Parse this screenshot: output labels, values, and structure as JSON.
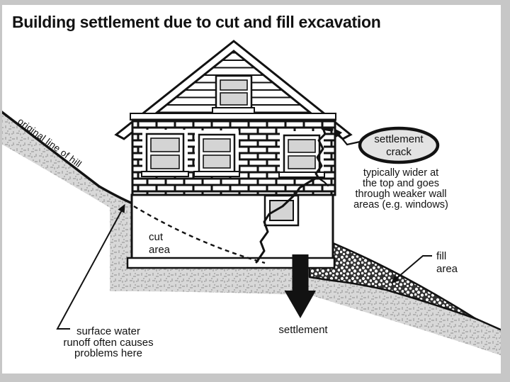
{
  "title": "Building settlement due to cut and fill excavation",
  "diagram": {
    "hill_label": "original line of hill",
    "cut_area": {
      "line1": "cut",
      "line2": "area"
    },
    "crack_callout": {
      "line1": "settlement",
      "line2": "crack"
    },
    "crack_note": {
      "line1": "typically wider at",
      "line2": "the top and goes",
      "line3": "through weaker wall",
      "line4": "areas (e.g. windows)"
    },
    "fill_area": {
      "line1": "fill",
      "line2": "area"
    },
    "settlement_arrow_label": "settlement",
    "surface_water_note": {
      "line1": "surface water",
      "line2": "runoff often causes",
      "line3": "problems here"
    }
  },
  "colors": {
    "background": "#ffffff",
    "frame": "#c7c7c7",
    "ink": "#121212",
    "ground_base": "#d8d8d8",
    "ground_speckle": "#a6a6a6",
    "fill_base": "#333333",
    "fill_pebble": "#ffffff",
    "callout_fill": "#e3e3e3",
    "window_pane": "#d4d4d4"
  }
}
